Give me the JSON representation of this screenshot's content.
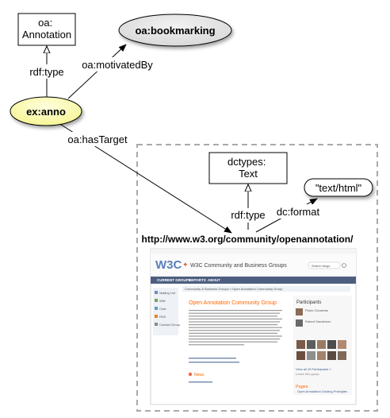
{
  "nodes": {
    "annotation_class": "oa:\nAnnotation",
    "bookmarking": "oa:bookmarking",
    "anno": "ex:anno",
    "text_class": "dctypes:\nText",
    "format_value": "\"text/html\"",
    "target_uri": "http://www.w3.org/community/openannotation/"
  },
  "edges": {
    "anno_type": "rdf:type",
    "motivated_by": "oa:motivatedBy",
    "has_target": "oa:hasTarget",
    "target_type": "rdf:type",
    "target_format": "dc:format"
  },
  "screenshot": {
    "site_title": "W3C Community and Business Groups",
    "search_placeholder": "Search blogs",
    "nav": [
      "CURRENT GROUPS",
      "REPORTS",
      "ABOUT"
    ],
    "breadcrumb": "Community & Business Groups  »  Open Annotation Community Group",
    "group_title": "Open Annotation Community Group",
    "sidebar": [
      "Mailing List",
      "Wiki",
      "Chat",
      "RSS",
      "Contact Group"
    ],
    "participants_title": "Participants",
    "participants": [
      "Paolo Ciccarese",
      "Robert Sanderson"
    ],
    "view_all": "View all 19 Participants »",
    "pages_title": "Pages",
    "pages_item": "Open Annotation Guiding Principles",
    "news_title": "News"
  },
  "colors": {
    "literal_fill": "#e9e9e9",
    "anno_fill": "#ffffbf",
    "dashed_border": "#a9a9a9",
    "title_orange": "#ff6600"
  }
}
